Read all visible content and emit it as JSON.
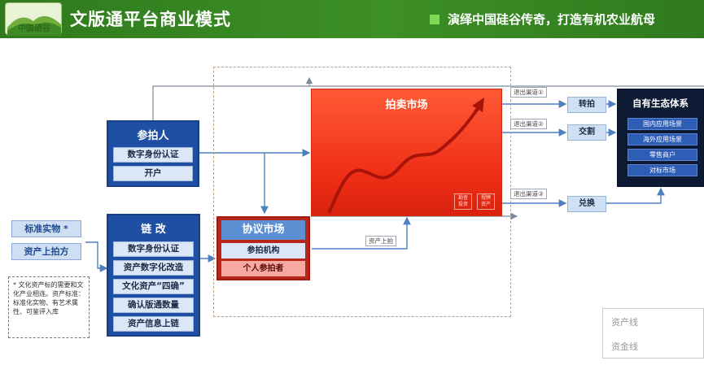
{
  "header": {
    "logo_text": "中国硒谷",
    "title": "文版通平台商业模式",
    "slogan": "演绎中国硅谷传奇，打造有机农业航母",
    "colors": {
      "bar": "#3c8f25",
      "slogan_square": "#7ed957"
    }
  },
  "bidder": {
    "title": "参拍人",
    "items": [
      "数字身份认证",
      "开户"
    ]
  },
  "chain": {
    "title": "链 改",
    "items": [
      "数字身份认证",
      "资产数字化改造",
      "文化资产“四确”",
      "确认版通数量",
      "资产信息上链"
    ]
  },
  "side_tags": {
    "standard": "标准实物 *",
    "listing": "资产上拍方"
  },
  "note": "* 文化资产标的需要和文化产业相连。资产标准：标准化实物、有艺术属性、可鉴评入库",
  "negotiate": {
    "title": "协议市场",
    "items": [
      "参拍机构",
      "个人参拍者"
    ]
  },
  "listing_note": "资产上拍",
  "auction": {
    "title": "拍卖市场",
    "mini_tags": [
      "勘查投资",
      "授牌资产"
    ],
    "colors": {
      "fill": "#ee2d16"
    }
  },
  "exits": {
    "labels": [
      "退出渠道①",
      "退出渠道②",
      "退出渠道③"
    ],
    "boxes": [
      "转拍",
      "交割",
      "兑换"
    ]
  },
  "eco": {
    "title": "自有生态体系",
    "items": [
      "国内应用场景",
      "海外应用场景",
      "零售商户",
      "对标市场"
    ],
    "colors": {
      "fill": "#0c1a33"
    }
  },
  "legend": {
    "items": [
      "资产线",
      "资金线"
    ],
    "colors": {
      "asset_line": "#3d7fc4",
      "fund_line": "#9a9a9a"
    }
  }
}
